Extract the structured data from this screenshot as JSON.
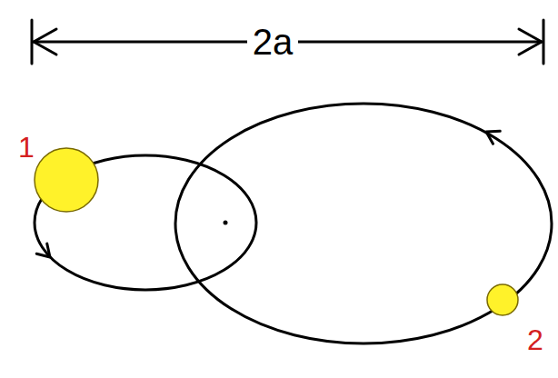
{
  "diagram": {
    "nodes": [
      {
        "text": [
          "1"
        ]
      },
      {
        "text": [
          "2"
        ]
      }
    ],
    "labels": [
      "2a"
    ]
  }
}
